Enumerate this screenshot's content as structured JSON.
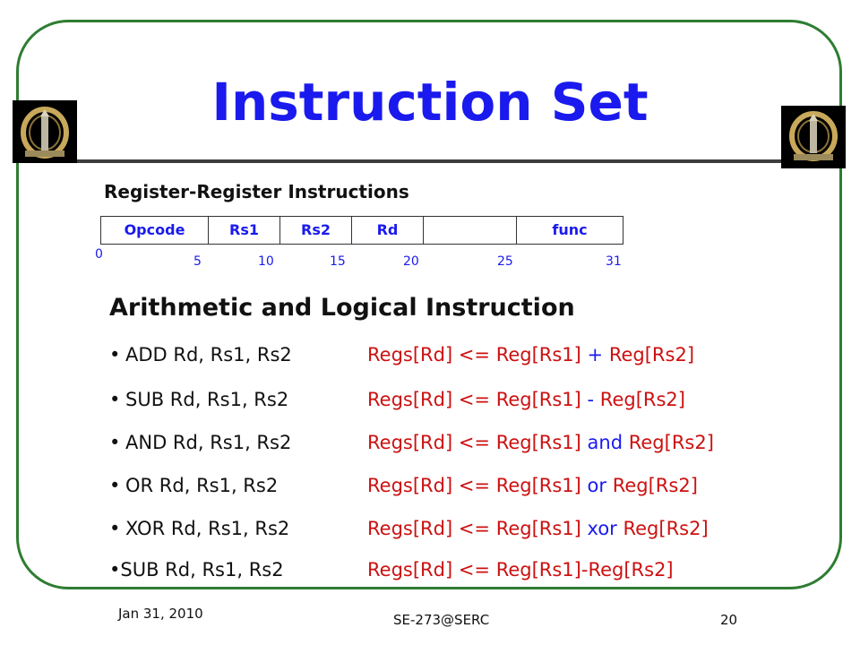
{
  "title": "Instruction Set",
  "subheading": "Register-Register Instructions",
  "format_fields": [
    "Opcode",
    "Rs1",
    "Rs2",
    "Rd",
    "",
    "func"
  ],
  "bit_labels": [
    "0",
    "5",
    "10",
    "15",
    "20",
    "25",
    "31"
  ],
  "section_heading": "Arithmetic and Logical Instruction",
  "instructions": [
    {
      "bullet": "•",
      "syntax": "ADD Rd, Rs1, Rs2",
      "lhs": "Regs[Rd] <= Reg[Rs1] ",
      "op": "+",
      "rhs": " Reg[Rs2]"
    },
    {
      "bullet": "•",
      "syntax": "SUB Rd, Rs1, Rs2",
      "lhs": "Regs[Rd] <= Reg[Rs1] ",
      "op": "-",
      "rhs": " Reg[Rs2]"
    },
    {
      "bullet": "•",
      "syntax": "AND Rd, Rs1, Rs2",
      "lhs": "Regs[Rd] <= Reg[Rs1] ",
      "op": "and",
      "rhs": " Reg[Rs2]"
    },
    {
      "bullet": "•",
      "syntax": "OR Rd, Rs1, Rs2",
      "lhs": "Regs[Rd] <= Reg[Rs1] ",
      "op": "or",
      "rhs": " Reg[Rs2]"
    },
    {
      "bullet": "•",
      "syntax": "XOR Rd, Rs1, Rs2",
      "lhs": "Regs[Rd] <= Reg[Rs1] ",
      "op": "xor",
      "rhs": " Reg[Rs2]"
    },
    {
      "bullet": "•",
      "syntax": "SUB Rd, Rs1, Rs2",
      "lhs": "Regs[Rd] <= Reg[Rs1]-Reg[Rs2]",
      "op": "",
      "rhs": ""
    }
  ],
  "footer": {
    "date": "Jan 31, 2010",
    "center": "SE-273@SERC",
    "page": "20"
  },
  "colors": {
    "title": "#1a1aee",
    "frame": "#2e7d32",
    "semantics": "#cc1111"
  }
}
